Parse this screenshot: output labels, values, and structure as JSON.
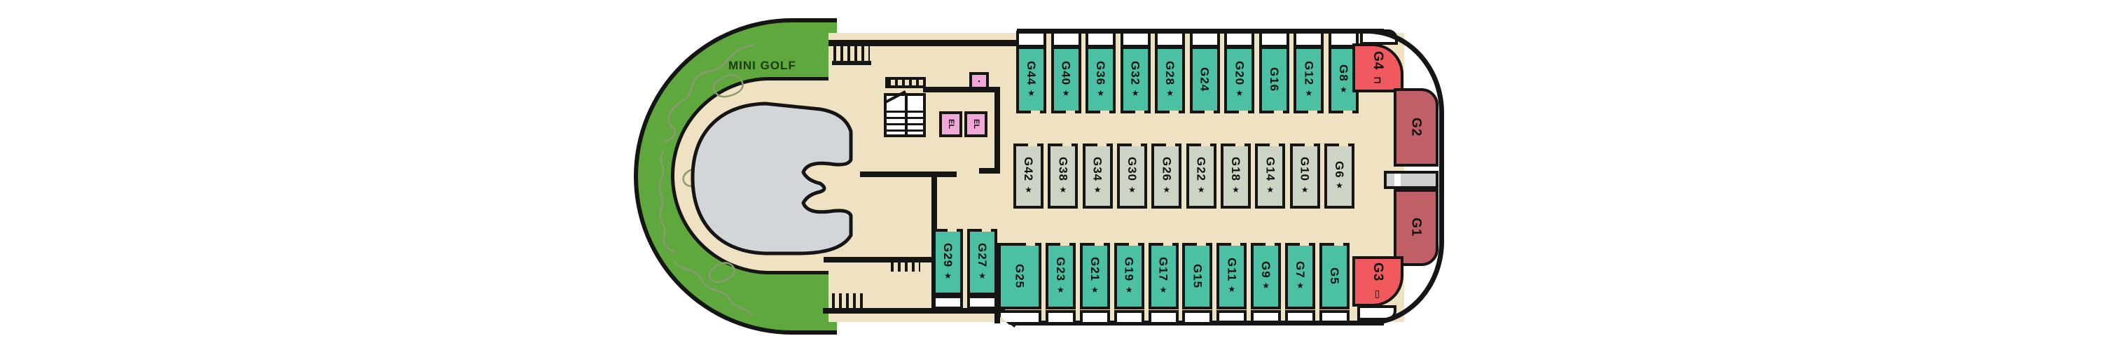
{
  "labels": {
    "mini_golf": "MINI GOLF"
  },
  "elevators": [
    "EL",
    "EL"
  ],
  "service_room_mark": "▪",
  "cabins": {
    "top_row": [
      {
        "id": "G44",
        "star": true
      },
      {
        "id": "G40",
        "star": true
      },
      {
        "id": "G36",
        "star": true
      },
      {
        "id": "G32",
        "star": true
      },
      {
        "id": "G28",
        "star": true
      },
      {
        "id": "G24",
        "star": false
      },
      {
        "id": "G20",
        "star": true
      },
      {
        "id": "G16",
        "star": false
      },
      {
        "id": "G12",
        "star": true
      },
      {
        "id": "G8",
        "star": true
      }
    ],
    "middle_row": [
      {
        "id": "G42",
        "star": true
      },
      {
        "id": "G38",
        "star": true
      },
      {
        "id": "G34",
        "star": true
      },
      {
        "id": "G30",
        "star": true
      },
      {
        "id": "G26",
        "star": true
      },
      {
        "id": "G22",
        "star": true
      },
      {
        "id": "G18",
        "star": true
      },
      {
        "id": "G14",
        "star": true
      },
      {
        "id": "G10",
        "star": true
      },
      {
        "id": "G6",
        "star": true
      }
    ],
    "bottom_pair": [
      {
        "id": "G29",
        "star": true
      },
      {
        "id": "G27",
        "star": true
      }
    ],
    "bottom_row": [
      {
        "id": "G25",
        "star": false
      },
      {
        "id": "G23",
        "star": true
      },
      {
        "id": "G21",
        "star": true
      },
      {
        "id": "G19",
        "star": true
      },
      {
        "id": "G17",
        "star": true
      },
      {
        "id": "G15",
        "star": false
      },
      {
        "id": "G11",
        "star": true
      },
      {
        "id": "G9",
        "star": true
      },
      {
        "id": "G7",
        "star": true
      },
      {
        "id": "G5",
        "star": false
      }
    ],
    "stern": [
      {
        "id": "G4",
        "symbol": "⊓"
      },
      {
        "id": "G2"
      },
      {
        "id": "G1"
      },
      {
        "id": "G3",
        "symbol": "▯"
      }
    ]
  },
  "colors": {
    "outline": "#151515",
    "deck": "#efe2c2",
    "golf_green": "#5ea83e",
    "balcony_cabin": "#4cc0a2",
    "interior_cabin": "#ccd4c6",
    "stern_cabin_red": "#f05a5f",
    "stern_cabin_maroon": "#c05f66",
    "elevator_pink": "#f0a9d6",
    "pool_gray": "#d3d6d9",
    "golf_path": "#8b9b72",
    "corridor_gray": "#cfcfcf",
    "balcony_white": "#ffffff"
  }
}
